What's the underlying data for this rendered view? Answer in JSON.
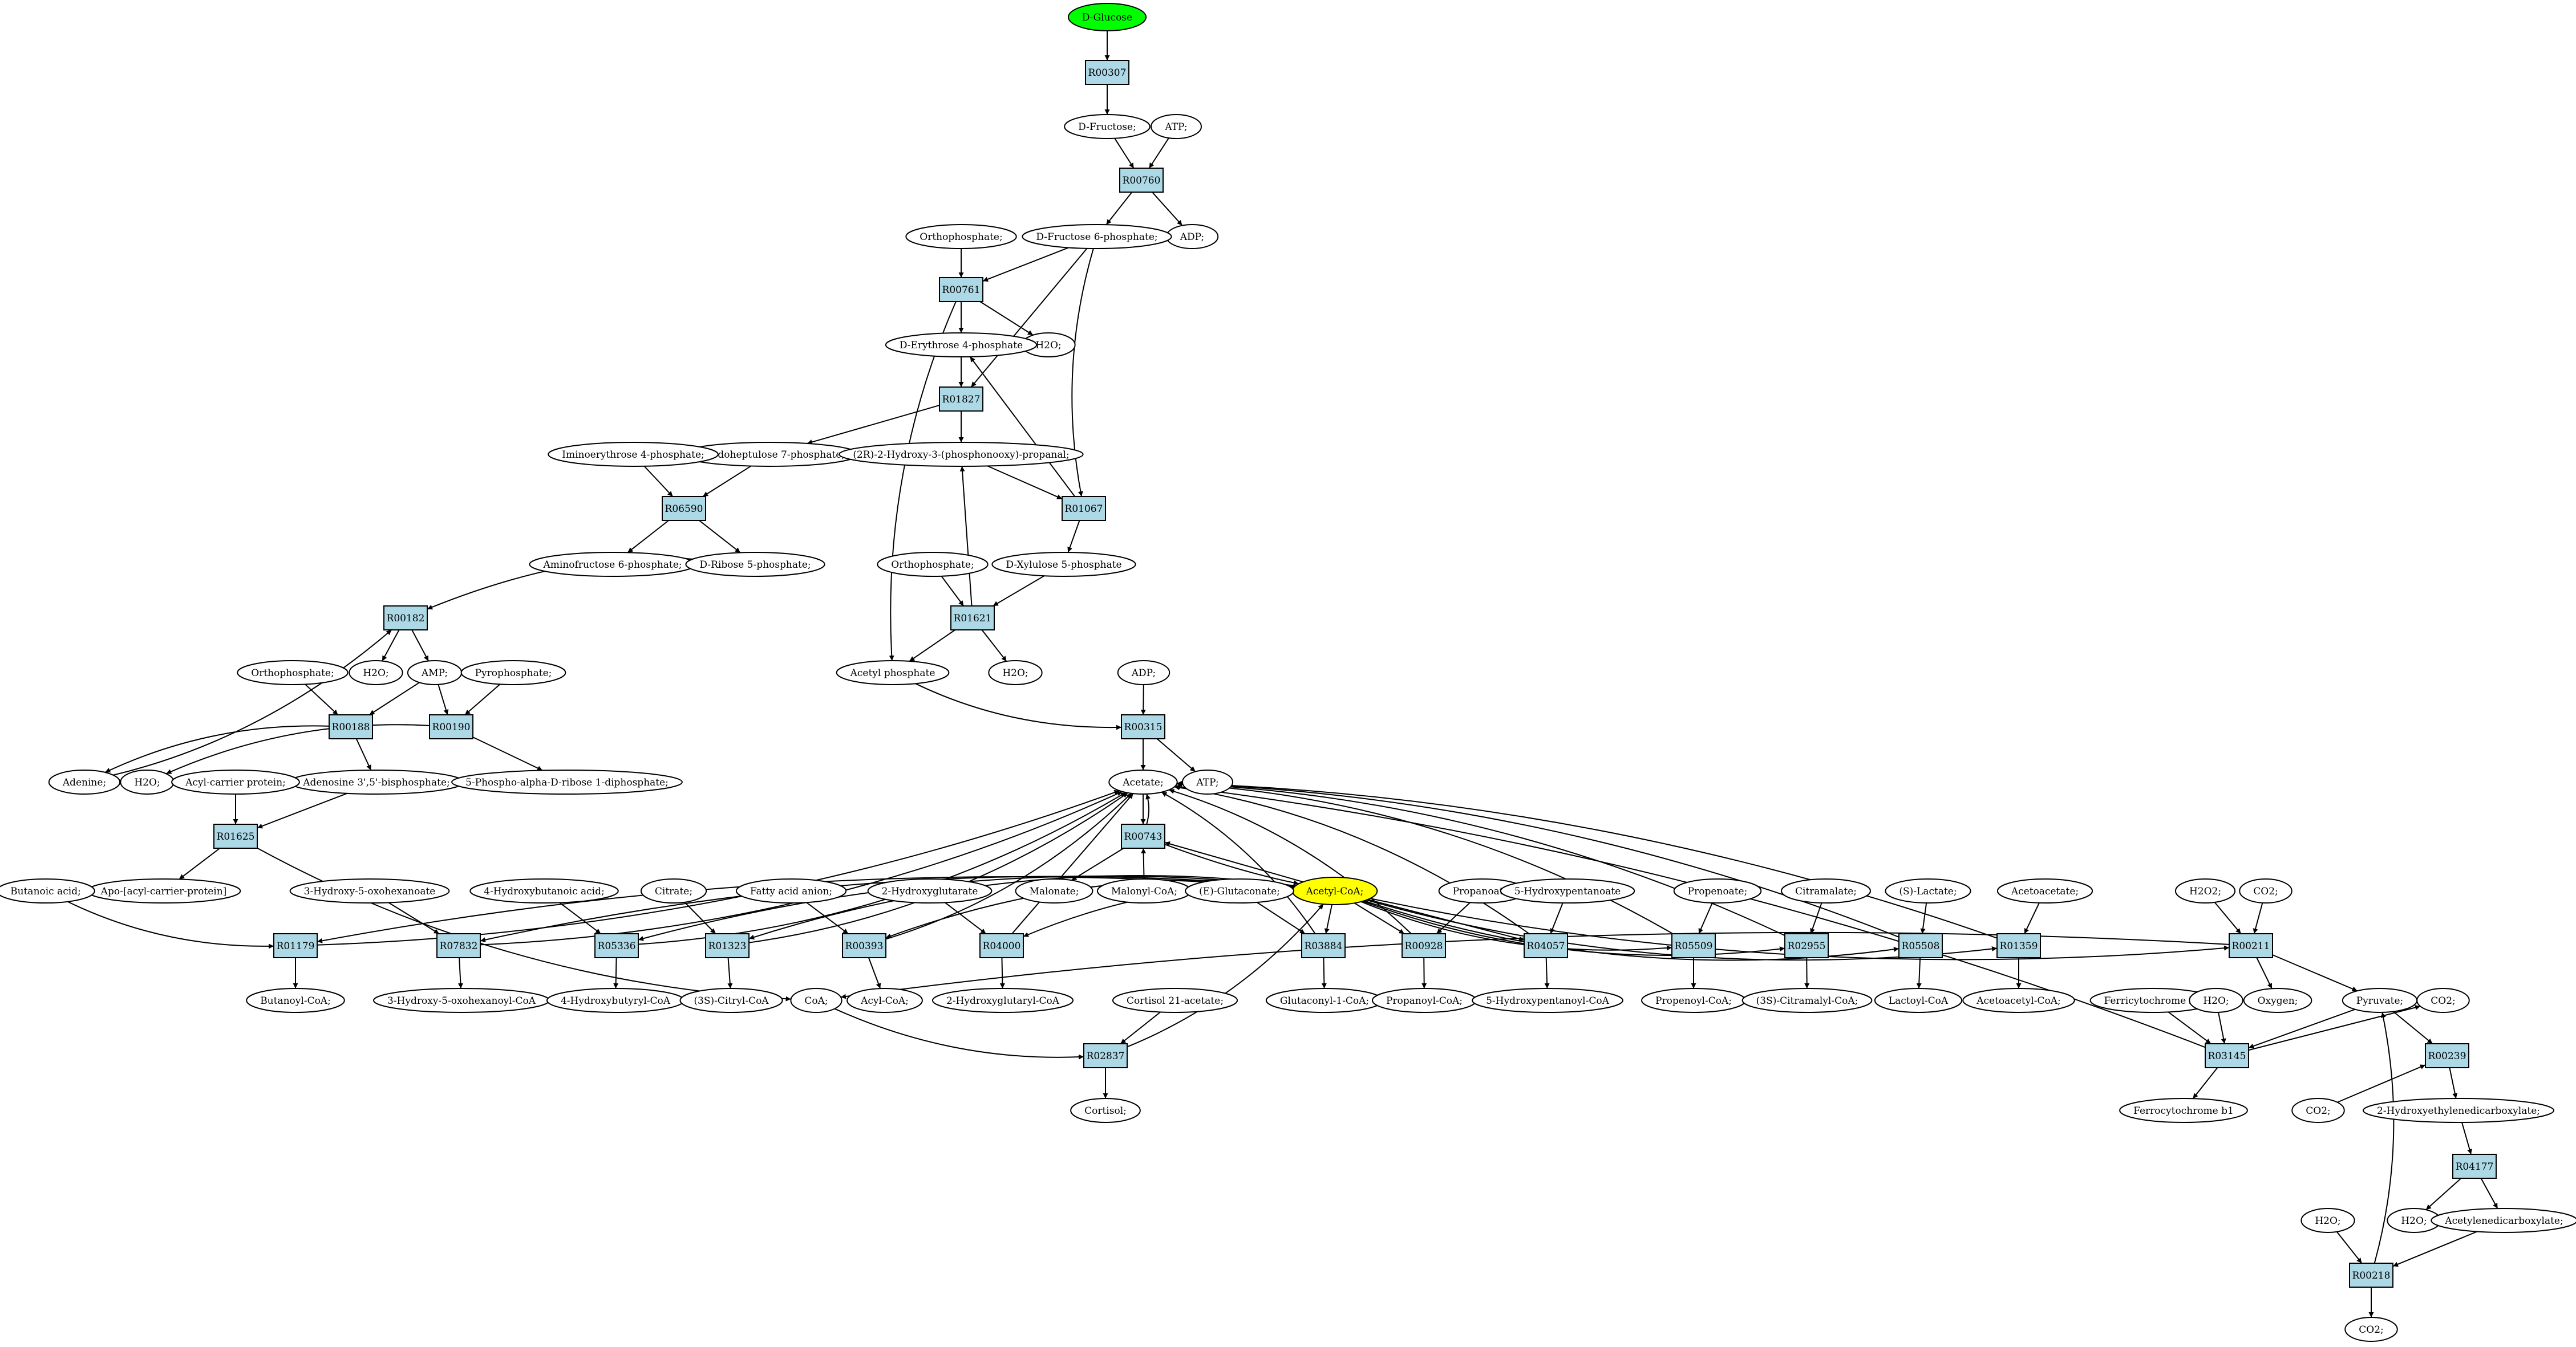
{
  "metabolites": [
    {
      "key": "dglucose",
      "label": "D-Glucose",
      "role": "start"
    },
    {
      "key": "dfructose",
      "label": "D-Fructose;"
    },
    {
      "key": "atp_top",
      "label": "ATP;"
    },
    {
      "key": "adp_top",
      "label": "ADP;"
    },
    {
      "key": "f6p",
      "label": "D-Fructose 6-phosphate;"
    },
    {
      "key": "pi_1",
      "label": "Orthophosphate;"
    },
    {
      "key": "h2o_1",
      "label": "H2O;"
    },
    {
      "key": "e4p",
      "label": "D-Erythrose 4-phosphate"
    },
    {
      "key": "s7p",
      "label": "D-Sedoheptulose 7-phosphate;"
    },
    {
      "key": "ga3p",
      "label": "(2R)-2-Hydroxy-3-(phosphonooxy)-propanal;"
    },
    {
      "key": "iminoerythrose",
      "label": "Iminoerythrose 4-phosphate;"
    },
    {
      "key": "aminofructose",
      "label": "Aminofructose 6-phosphate;"
    },
    {
      "key": "r5p",
      "label": "D-Ribose 5-phosphate;"
    },
    {
      "key": "pi_2",
      "label": "Orthophosphate;"
    },
    {
      "key": "x5p",
      "label": "D-Xylulose 5-phosphate"
    },
    {
      "key": "h2o_2",
      "label": "H2O;"
    },
    {
      "key": "amp",
      "label": "AMP;"
    },
    {
      "key": "pi_3",
      "label": "Orthophosphate;"
    },
    {
      "key": "ppi",
      "label": "Pyrophosphate;"
    },
    {
      "key": "acetylp",
      "label": "Acetyl phosphate"
    },
    {
      "key": "h2o_3",
      "label": "H2O;"
    },
    {
      "key": "adp_mid",
      "label": "ADP;"
    },
    {
      "key": "adenine",
      "label": "Adenine;"
    },
    {
      "key": "h2o_4",
      "label": "H2O;"
    },
    {
      "key": "pap",
      "label": "Adenosine 3',5'-bisphosphate;"
    },
    {
      "key": "prpp",
      "label": "5-Phospho-alpha-D-ribose 1-diphosphate;"
    },
    {
      "key": "acetate",
      "label": "Acetate;"
    },
    {
      "key": "atp_mid",
      "label": "ATP;"
    },
    {
      "key": "acp",
      "label": "Acyl-carrier protein;"
    },
    {
      "key": "apoacp",
      "label": "Apo-[acyl-carrier-protein]"
    },
    {
      "key": "malonate",
      "label": "Malonate;"
    },
    {
      "key": "malonylcoa",
      "label": "Malonyl-CoA;"
    },
    {
      "key": "acetylcoa",
      "label": "Acetyl-CoA;",
      "role": "hub"
    },
    {
      "key": "butanoic",
      "label": "Butanoic acid;"
    },
    {
      "key": "hydroxyoxohex",
      "label": "3-Hydroxy-5-oxohexanoate"
    },
    {
      "key": "hydroxybut",
      "label": "4-Hydroxybutanoic acid;"
    },
    {
      "key": "citrate",
      "label": "Citrate;"
    },
    {
      "key": "fattyacid",
      "label": "Fatty acid anion;"
    },
    {
      "key": "hydroxyglut",
      "label": "2-Hydroxyglutarate"
    },
    {
      "key": "glutaconate",
      "label": "(E)-Glutaconate;"
    },
    {
      "key": "propanoate",
      "label": "Propanoate;"
    },
    {
      "key": "hydroxypent",
      "label": "5-Hydroxypentanoate"
    },
    {
      "key": "propenoate",
      "label": "Propenoate;"
    },
    {
      "key": "citramalate",
      "label": "Citramalate;"
    },
    {
      "key": "lactate",
      "label": "(S)-Lactate;"
    },
    {
      "key": "acetoacetate",
      "label": "Acetoacetate;"
    },
    {
      "key": "h2o2",
      "label": "H2O2;"
    },
    {
      "key": "co2_1",
      "label": "CO2;"
    },
    {
      "key": "butanoylcoa",
      "label": "Butanoyl-CoA;"
    },
    {
      "key": "hoxohexcoa",
      "label": "3-Hydroxy-5-oxohexanoyl-CoA"
    },
    {
      "key": "hbutcoa",
      "label": "4-Hydroxybutyryl-CoA"
    },
    {
      "key": "citrylcoa",
      "label": "(3S)-Citryl-CoA"
    },
    {
      "key": "coa",
      "label": "CoA;"
    },
    {
      "key": "acylcoa",
      "label": "Acyl-CoA;"
    },
    {
      "key": "hglutcoa",
      "label": "2-Hydroxyglutaryl-CoA"
    },
    {
      "key": "glutaconylcoa",
      "label": "Glutaconyl-1-CoA;"
    },
    {
      "key": "propanoylcoa",
      "label": "Propanoyl-CoA;"
    },
    {
      "key": "hpentcoa",
      "label": "5-Hydroxypentanoyl-CoA"
    },
    {
      "key": "propenoylcoa",
      "label": "Propenoyl-CoA;"
    },
    {
      "key": "citramalylcoa",
      "label": "(3S)-Citramalyl-CoA;"
    },
    {
      "key": "lactoylcoa",
      "label": "Lactoyl-CoA"
    },
    {
      "key": "acetoacetylcoa",
      "label": "Acetoacetyl-CoA;"
    },
    {
      "key": "oxygen",
      "label": "Oxygen;"
    },
    {
      "key": "pyruvate",
      "label": "Pyruvate;"
    },
    {
      "key": "cortisol21",
      "label": "Cortisol 21-acetate;"
    },
    {
      "key": "cortisol",
      "label": "Cortisol;"
    },
    {
      "key": "ferricyt",
      "label": "Ferricytochrome b1"
    },
    {
      "key": "h2o_5",
      "label": "H2O;"
    },
    {
      "key": "co2_2",
      "label": "CO2;"
    },
    {
      "key": "ferrocyt",
      "label": "Ferrocytochrome b1"
    },
    {
      "key": "co2_3",
      "label": "CO2;"
    },
    {
      "key": "hetdp",
      "label": "2-Hydroxyethylenedicarboxylate;"
    },
    {
      "key": "h2o_6",
      "label": "H2O;"
    },
    {
      "key": "acetylenedc",
      "label": "Acetylenedicarboxylate;"
    },
    {
      "key": "h2o_7",
      "label": "H2O;"
    },
    {
      "key": "co2_4",
      "label": "CO2;"
    }
  ],
  "reactions": [
    {
      "key": "R00307",
      "label": "R00307"
    },
    {
      "key": "R00760",
      "label": "R00760"
    },
    {
      "key": "R00761",
      "label": "R00761"
    },
    {
      "key": "R01827",
      "label": "R01827"
    },
    {
      "key": "R06590",
      "label": "R06590"
    },
    {
      "key": "R01067",
      "label": "R01067"
    },
    {
      "key": "R00182",
      "label": "R00182"
    },
    {
      "key": "R01621",
      "label": "R01621"
    },
    {
      "key": "R00188",
      "label": "R00188"
    },
    {
      "key": "R00190",
      "label": "R00190"
    },
    {
      "key": "R00315",
      "label": "R00315"
    },
    {
      "key": "R01625",
      "label": "R01625"
    },
    {
      "key": "R00743",
      "label": "R00743"
    },
    {
      "key": "R01179",
      "label": "R01179"
    },
    {
      "key": "R07832",
      "label": "R07832"
    },
    {
      "key": "R05336",
      "label": "R05336"
    },
    {
      "key": "R01323",
      "label": "R01323"
    },
    {
      "key": "R00393",
      "label": "R00393"
    },
    {
      "key": "R04000",
      "label": "R04000"
    },
    {
      "key": "R03884",
      "label": "R03884"
    },
    {
      "key": "R00928",
      "label": "R00928"
    },
    {
      "key": "R04057",
      "label": "R04057"
    },
    {
      "key": "R05509",
      "label": "R05509"
    },
    {
      "key": "R02955",
      "label": "R02955"
    },
    {
      "key": "R05508",
      "label": "R05508"
    },
    {
      "key": "R01359",
      "label": "R01359"
    },
    {
      "key": "R00211",
      "label": "R00211"
    },
    {
      "key": "R02837",
      "label": "R02837"
    },
    {
      "key": "R03145",
      "label": "R03145"
    },
    {
      "key": "R00239",
      "label": "R00239"
    },
    {
      "key": "R04177",
      "label": "R04177"
    },
    {
      "key": "R00218",
      "label": "R00218"
    }
  ],
  "edges": [
    [
      "dglucose",
      "R00307"
    ],
    [
      "R00307",
      "dfructose"
    ],
    [
      "dfructose",
      "R00760"
    ],
    [
      "atp_top",
      "R00760"
    ],
    [
      "R00760",
      "f6p"
    ],
    [
      "R00760",
      "adp_top"
    ],
    [
      "f6p",
      "R00761"
    ],
    [
      "pi_1",
      "R00761"
    ],
    [
      "R00761",
      "e4p"
    ],
    [
      "R00761",
      "h2o_1"
    ],
    [
      "R00761",
      "acetylp"
    ],
    [
      "f6p",
      "R01827"
    ],
    [
      "e4p",
      "R01827"
    ],
    [
      "R01827",
      "s7p"
    ],
    [
      "R01827",
      "ga3p"
    ],
    [
      "f6p",
      "R01067"
    ],
    [
      "ga3p",
      "R01067"
    ],
    [
      "R01067",
      "e4p"
    ],
    [
      "R01067",
      "x5p"
    ],
    [
      "iminoerythrose",
      "R06590"
    ],
    [
      "s7p",
      "R06590"
    ],
    [
      "R06590",
      "aminofructose"
    ],
    [
      "R06590",
      "r5p"
    ],
    [
      "r5p",
      "R00182"
    ],
    [
      "adenine",
      "R00182"
    ],
    [
      "R00182",
      "h2o_2"
    ],
    [
      "R00182",
      "amp"
    ],
    [
      "pi_2",
      "R01621"
    ],
    [
      "x5p",
      "R01621"
    ],
    [
      "R01621",
      "ga3p"
    ],
    [
      "R01621",
      "acetylp"
    ],
    [
      "R01621",
      "h2o_3"
    ],
    [
      "pi_3",
      "R00188"
    ],
    [
      "amp",
      "R00188"
    ],
    [
      "R00188",
      "adenine"
    ],
    [
      "R00188",
      "pap"
    ],
    [
      "amp",
      "R00190"
    ],
    [
      "ppi",
      "R00190"
    ],
    [
      "R00190",
      "h2o_4"
    ],
    [
      "R00190",
      "prpp"
    ],
    [
      "acetylp",
      "R00315"
    ],
    [
      "adp_mid",
      "R00315"
    ],
    [
      "R00315",
      "acetate"
    ],
    [
      "R00315",
      "atp_mid"
    ],
    [
      "acp",
      "R01625"
    ],
    [
      "pap",
      "R01625"
    ],
    [
      "R01625",
      "apoacp"
    ],
    [
      "R01625",
      "coa"
    ],
    [
      "acetate",
      "R00743"
    ],
    [
      "malonylcoa",
      "R00743"
    ],
    [
      "acetylcoa",
      "R00743"
    ],
    [
      "R00743",
      "acetate"
    ],
    [
      "R00743",
      "malonate"
    ],
    [
      "R00743",
      "acetylcoa"
    ],
    [
      "butanoic",
      "R01179"
    ],
    [
      "acetylcoa",
      "R01179"
    ],
    [
      "R01179",
      "butanoylcoa"
    ],
    [
      "R01179",
      "acetate"
    ],
    [
      "hydroxyoxohex",
      "R07832"
    ],
    [
      "acetylcoa",
      "R07832"
    ],
    [
      "R07832",
      "hoxohexcoa"
    ],
    [
      "R07832",
      "acetate"
    ],
    [
      "hydroxybut",
      "R05336"
    ],
    [
      "acetylcoa",
      "R05336"
    ],
    [
      "R05336",
      "hbutcoa"
    ],
    [
      "R05336",
      "acetate"
    ],
    [
      "citrate",
      "R01323"
    ],
    [
      "acetylcoa",
      "R01323"
    ],
    [
      "R01323",
      "citrylcoa"
    ],
    [
      "R01323",
      "acetate"
    ],
    [
      "fattyacid",
      "R00393"
    ],
    [
      "acetylcoa",
      "R00393"
    ],
    [
      "R00393",
      "acylcoa"
    ],
    [
      "R00393",
      "acetate"
    ],
    [
      "hydroxyglut",
      "R04000"
    ],
    [
      "acetylcoa",
      "R04000"
    ],
    [
      "R04000",
      "hglutcoa"
    ],
    [
      "R04000",
      "acetate"
    ],
    [
      "glutaconate",
      "R03884"
    ],
    [
      "acetylcoa",
      "R03884"
    ],
    [
      "R03884",
      "glutaconylcoa"
    ],
    [
      "R03884",
      "acetate"
    ],
    [
      "propanoate",
      "R00928"
    ],
    [
      "acetylcoa",
      "R00928"
    ],
    [
      "R00928",
      "propanoylcoa"
    ],
    [
      "R00928",
      "acetate"
    ],
    [
      "hydroxypent",
      "R04057"
    ],
    [
      "acetylcoa",
      "R04057"
    ],
    [
      "R04057",
      "hpentcoa"
    ],
    [
      "R04057",
      "acetate"
    ],
    [
      "propenoate",
      "R05509"
    ],
    [
      "acetylcoa",
      "R05509"
    ],
    [
      "R05509",
      "propenoylcoa"
    ],
    [
      "R05509",
      "acetate"
    ],
    [
      "citramalate",
      "R02955"
    ],
    [
      "acetylcoa",
      "R02955"
    ],
    [
      "R02955",
      "citramalylcoa"
    ],
    [
      "R02955",
      "acetate"
    ],
    [
      "lactate",
      "R05508"
    ],
    [
      "acetylcoa",
      "R05508"
    ],
    [
      "R05508",
      "lactoylcoa"
    ],
    [
      "R05508",
      "acetate"
    ],
    [
      "acetoacetate",
      "R01359"
    ],
    [
      "acetylcoa",
      "R01359"
    ],
    [
      "R01359",
      "acetoacetylcoa"
    ],
    [
      "R01359",
      "acetate"
    ],
    [
      "h2o2",
      "R00211"
    ],
    [
      "co2_1",
      "R00211"
    ],
    [
      "acetylcoa",
      "R00211"
    ],
    [
      "R00211",
      "oxygen"
    ],
    [
      "R00211",
      "pyruvate"
    ],
    [
      "R00211",
      "coa"
    ],
    [
      "coa",
      "R02837"
    ],
    [
      "cortisol21",
      "R02837"
    ],
    [
      "R02837",
      "cortisol"
    ],
    [
      "R02837",
      "acetylcoa"
    ],
    [
      "ferricyt",
      "R03145"
    ],
    [
      "h2o_5",
      "R03145"
    ],
    [
      "pyruvate",
      "R03145"
    ],
    [
      "R03145",
      "ferrocyt"
    ],
    [
      "R03145",
      "co2_2"
    ],
    [
      "R03145",
      "acetate"
    ],
    [
      "pyruvate",
      "R00239"
    ],
    [
      "co2_3",
      "R00239"
    ],
    [
      "R00239",
      "hetdp"
    ],
    [
      "hetdp",
      "R04177"
    ],
    [
      "R04177",
      "h2o_6"
    ],
    [
      "R04177",
      "acetylenedc"
    ],
    [
      "acetylenedc",
      "R00218"
    ],
    [
      "h2o_7",
      "R00218"
    ],
    [
      "R00218",
      "co2_4"
    ],
    [
      "R00218",
      "pyruvate"
    ]
  ]
}
